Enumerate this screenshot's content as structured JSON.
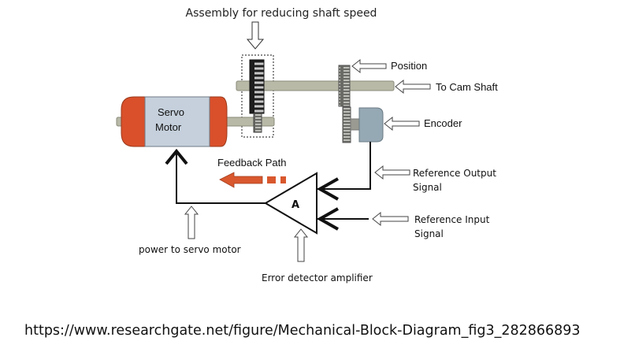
{
  "diagram": {
    "title": "Assembly for reducing shaft speed",
    "components": {
      "servo_motor": {
        "line1": "Servo",
        "line2": "Motor"
      },
      "amplifier": {
        "symbol": "A"
      }
    },
    "labels": {
      "position": "Position",
      "to_cam_shaft": "To Cam Shaft",
      "encoder": "Encoder",
      "feedback_path": "Feedback Path",
      "reference_output_line1": "Reference Output",
      "reference_output_line2": "Signal",
      "reference_input_line1": "Reference Input",
      "reference_input_line2": "Signal",
      "power_to_servo_motor": "power to servo motor",
      "error_detector_amplifier": "Error detector amplifier"
    },
    "source_url": "https://www.researchgate.net/figure/Mechanical-Block-Diagram_fig3_282866893",
    "colors": {
      "motor_end_caps": "#d9502a",
      "motor_body": "#c5d0dc",
      "encoder": "#95a9b4",
      "shaft": "#b9b9a8",
      "feedback_arrow": "#d9582e",
      "gear_dark": "#2a2a2a",
      "gear_light": "#8a8a86"
    }
  }
}
